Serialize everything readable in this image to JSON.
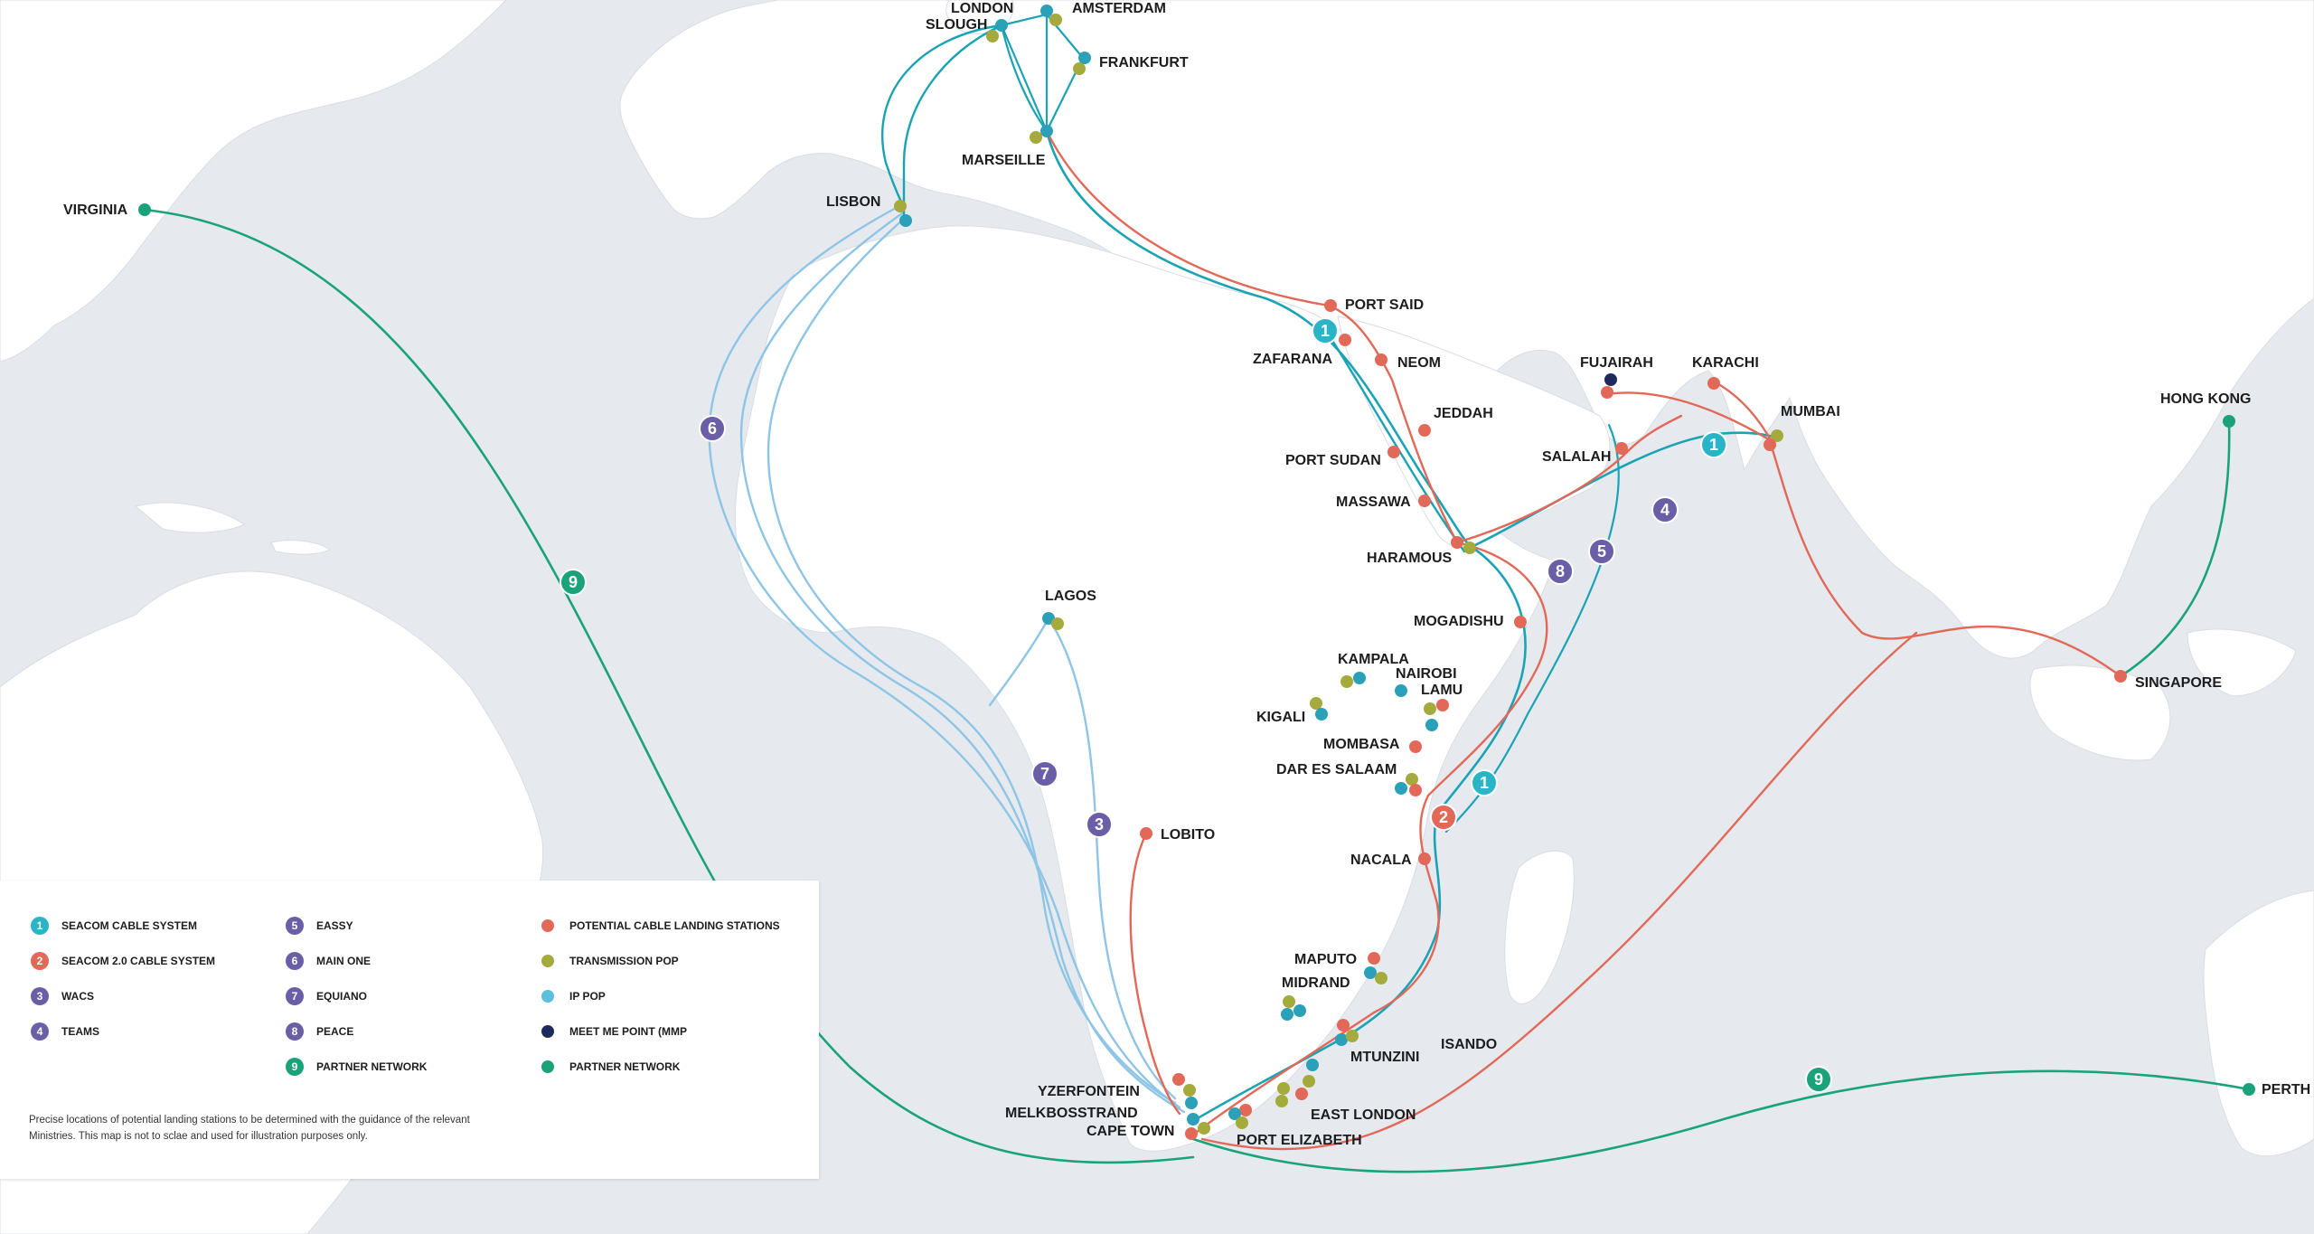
{
  "colors": {
    "ocean": "#e6eaef",
    "land": "#ffffff",
    "seacom": "#1aa3b5",
    "seacom2": "#e26858",
    "partner": "#1aa37a",
    "cable_other": "#8ec5e6",
    "badge_purple": "#6a5fa6",
    "transmission_pop": "#a5aa3c",
    "ip_pop": "#2aa1b8",
    "meet_me": "#1d2a5e",
    "potential": "#e26858"
  },
  "places": [
    {
      "id": "london",
      "name": "LONDON"
    },
    {
      "id": "amsterdam",
      "name": "AMSTERDAM"
    },
    {
      "id": "slough",
      "name": "SLOUGH"
    },
    {
      "id": "frankfurt",
      "name": "FRANKFURT"
    },
    {
      "id": "marseille",
      "name": "MARSEILLE"
    },
    {
      "id": "lisbon",
      "name": "LISBON"
    },
    {
      "id": "virginia",
      "name": "VIRGINIA"
    },
    {
      "id": "portsaid",
      "name": "PORT SAID"
    },
    {
      "id": "zafarana",
      "name": "ZAFARANA"
    },
    {
      "id": "neom",
      "name": "NEOM"
    },
    {
      "id": "jeddah",
      "name": "JEDDAH"
    },
    {
      "id": "portsudan",
      "name": "PORT SUDAN"
    },
    {
      "id": "massawa",
      "name": "MASSAWA"
    },
    {
      "id": "haramous",
      "name": "HARAMOUS"
    },
    {
      "id": "fujairah",
      "name": "FUJAIRAH"
    },
    {
      "id": "karachi",
      "name": "KARACHI"
    },
    {
      "id": "mumbai",
      "name": "MUMBAI"
    },
    {
      "id": "salalah",
      "name": "SALALAH"
    },
    {
      "id": "hongkong",
      "name": "HONG KONG"
    },
    {
      "id": "singapore",
      "name": "SINGAPORE"
    },
    {
      "id": "lagos",
      "name": "LAGOS"
    },
    {
      "id": "mogadishu",
      "name": "MOGADISHU"
    },
    {
      "id": "kampala",
      "name": "KAMPALA"
    },
    {
      "id": "nairobi",
      "name": "NAIROBI"
    },
    {
      "id": "lamu",
      "name": "LAMU"
    },
    {
      "id": "kigali",
      "name": "KIGALI"
    },
    {
      "id": "mombasa",
      "name": "MOMBASA"
    },
    {
      "id": "daressalaam",
      "name": "DAR ES SALAAM"
    },
    {
      "id": "lobito",
      "name": "LOBITO"
    },
    {
      "id": "nacala",
      "name": "NACALA"
    },
    {
      "id": "maputo",
      "name": "MAPUTO"
    },
    {
      "id": "midrand",
      "name": "MIDRAND"
    },
    {
      "id": "isando",
      "name": "ISANDO"
    },
    {
      "id": "mtunzini",
      "name": "MTUNZINI"
    },
    {
      "id": "yzerfontein",
      "name": "YZERFONTEIN"
    },
    {
      "id": "melkbosstrand",
      "name": "MELKBOSSTRAND"
    },
    {
      "id": "capetown",
      "name": "CAPE TOWN"
    },
    {
      "id": "eastlondon",
      "name": "EAST LONDON"
    },
    {
      "id": "portelizabeth",
      "name": "PORT ELIZABETH"
    },
    {
      "id": "perth",
      "name": "PERTH"
    }
  ],
  "badges": [
    {
      "id": "b1a",
      "num": "1",
      "kind": "seacom"
    },
    {
      "id": "b1b",
      "num": "1",
      "kind": "seacom"
    },
    {
      "id": "b1c",
      "num": "1",
      "kind": "seacom"
    },
    {
      "id": "b2",
      "num": "2",
      "kind": "seacom2"
    },
    {
      "id": "b3",
      "num": "3",
      "kind": "purple"
    },
    {
      "id": "b4",
      "num": "4",
      "kind": "purple"
    },
    {
      "id": "b5",
      "num": "5",
      "kind": "purple"
    },
    {
      "id": "b6",
      "num": "6",
      "kind": "purple"
    },
    {
      "id": "b7",
      "num": "7",
      "kind": "purple"
    },
    {
      "id": "b8",
      "num": "8",
      "kind": "purple"
    },
    {
      "id": "b9a",
      "num": "9",
      "kind": "partner"
    },
    {
      "id": "b9b",
      "num": "9",
      "kind": "partner"
    }
  ],
  "legend": {
    "col1": [
      {
        "num": "1",
        "label": "SEACOM CABLE SYSTEM",
        "color": "#2ab4c8"
      },
      {
        "num": "2",
        "label": "SEACOM 2.0 CABLE SYSTEM",
        "color": "#e26858"
      },
      {
        "num": "3",
        "label": "WACS",
        "color": "#6a5fa6"
      },
      {
        "num": "4",
        "label": "TEAMS",
        "color": "#6a5fa6"
      }
    ],
    "col2": [
      {
        "num": "5",
        "label": "EASSY",
        "color": "#6a5fa6"
      },
      {
        "num": "6",
        "label": "MAIN ONE",
        "color": "#6a5fa6"
      },
      {
        "num": "7",
        "label": "EQUIANO",
        "color": "#6a5fa6"
      },
      {
        "num": "8",
        "label": "PEACE",
        "color": "#6a5fa6"
      },
      {
        "num": "9",
        "label": "PARTNER NETWORK",
        "color": "#1aa37a"
      }
    ],
    "col3": [
      {
        "label": "POTENTIAL CABLE LANDING STATIONS",
        "color": "#e26858"
      },
      {
        "label": "TRANSMISSION POP",
        "color": "#a5aa3c"
      },
      {
        "label": "IP POP",
        "color": "#5bc0de"
      },
      {
        "label": "MEET ME POINT (MMP",
        "color": "#1d2a5e"
      },
      {
        "label": "PARTNER NETWORK",
        "color": "#1aa37a"
      }
    ],
    "note": "Precise locations of potential landing stations to be determined with the guidance of the relevant Ministries. This map is not to sclae and used for illustration purposes only."
  }
}
